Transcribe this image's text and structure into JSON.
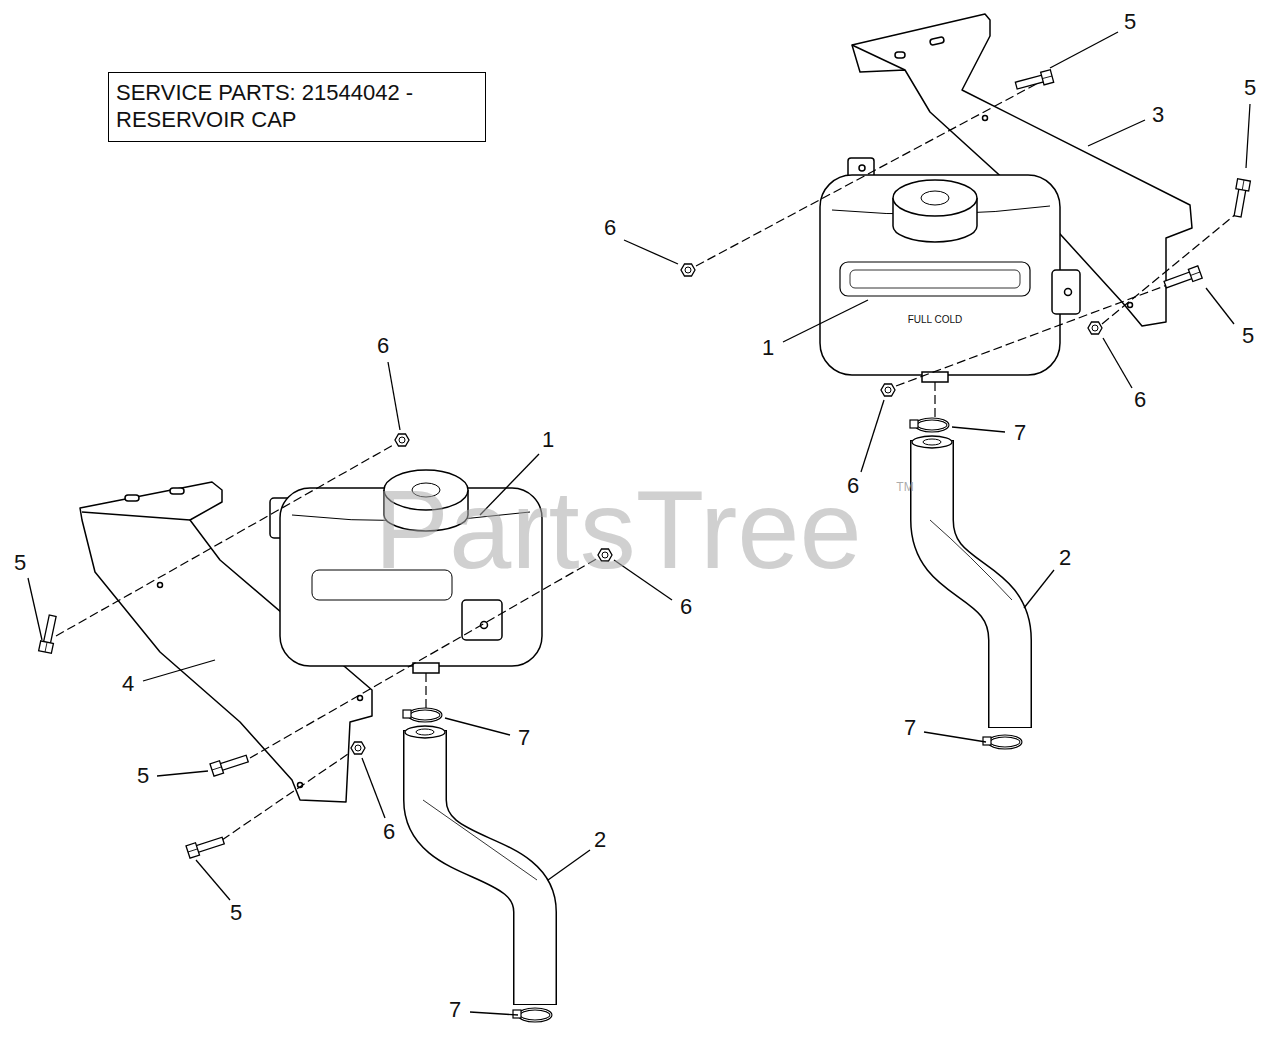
{
  "diagram": {
    "nodes": [
      {
        "text": [
          "SERVICE PARTS: 21544042 - RESERVOIR CAP"
        ]
      }
    ],
    "edges": [],
    "labels": [
      "5",
      "5",
      "3",
      "6",
      "1",
      "5",
      "6",
      "7",
      "6",
      "2",
      "7",
      "FULL COLD",
      "6",
      "1",
      "5",
      "6",
      "4",
      "7",
      "5",
      "6",
      "2",
      "5",
      "7",
      "PartsTree",
      "TM"
    ]
  }
}
